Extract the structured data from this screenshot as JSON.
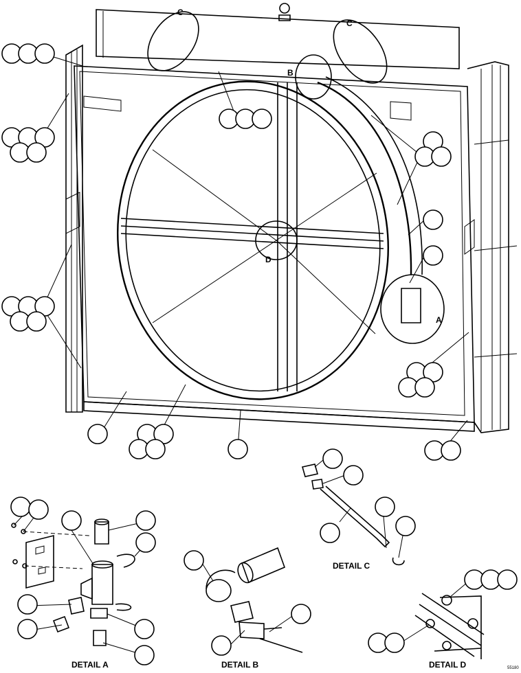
{
  "view_labels": {
    "c_left": "C",
    "c_right": "C",
    "b": "B",
    "d": "D",
    "a": "A"
  },
  "details": {
    "a": "DETAIL A",
    "b": "DETAIL B",
    "c": "DETAIL C",
    "d": "DETAIL D"
  },
  "drawing_number": "55180",
  "callout_count": 55
}
